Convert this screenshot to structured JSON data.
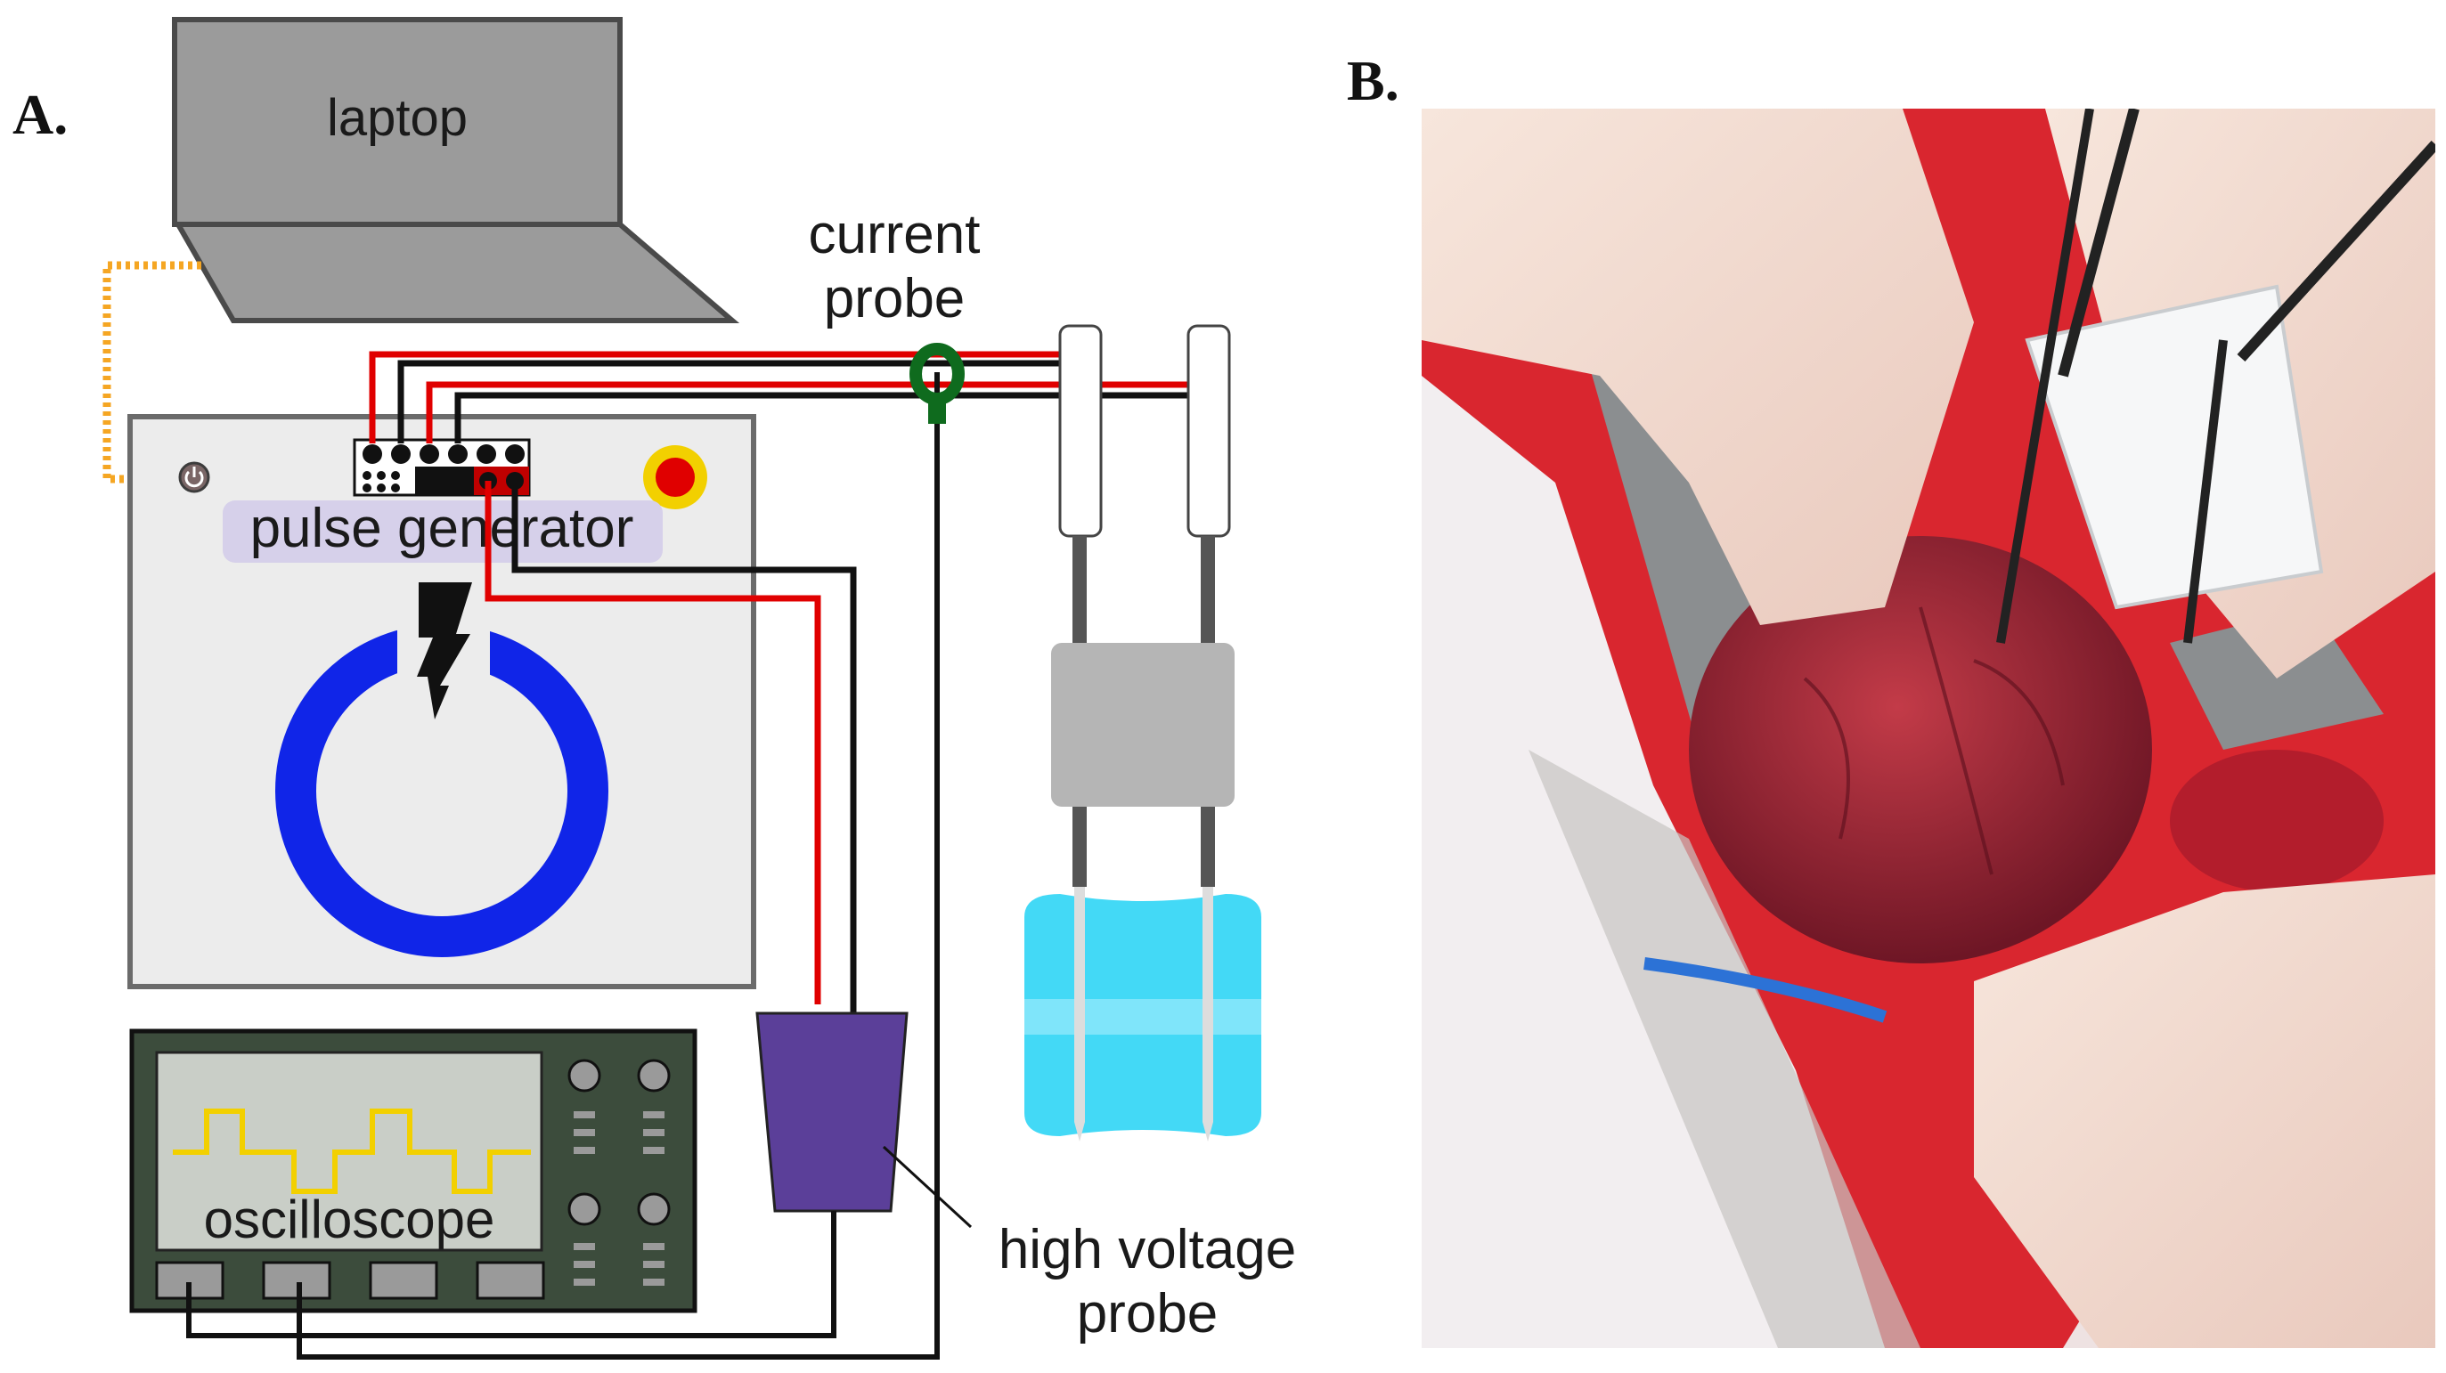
{
  "panels": {
    "a": "A.",
    "b": "B."
  },
  "diagram": {
    "laptop": "laptop",
    "current_probe": [
      "current",
      "probe"
    ],
    "pulse_generator": "pulse generator",
    "oscilloscope": "oscilloscope",
    "high_voltage_probe": [
      "high voltage",
      "probe"
    ]
  },
  "photo": {
    "description_icon": "surgical-photo"
  },
  "colors": {
    "blue_ring": "#1025e8",
    "red_wire": "#e00000",
    "black_wire": "#111111",
    "current_probe_green": "#0f6b1e",
    "hv_probe_purple": "#5b3f99",
    "data_link_orange": "#f5a623",
    "scope_body": "#3c4c3c",
    "scope_trace": "#f2d000",
    "gel_cyan": "#2fd5f5"
  }
}
